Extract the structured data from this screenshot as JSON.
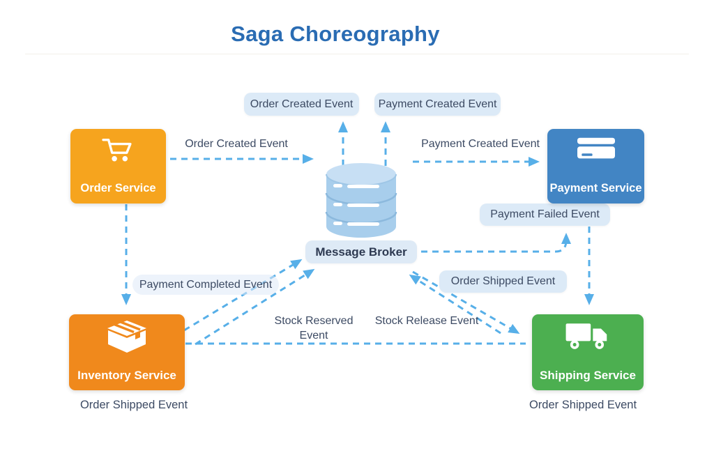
{
  "title": "Saga Choreography",
  "nodes": {
    "order": {
      "label": "Order Service",
      "color": "#F6A41E",
      "icon": "shopping-cart-icon"
    },
    "payment": {
      "label": "Payment Service",
      "color": "#4285C4",
      "icon": "credit-card-icon"
    },
    "inventory": {
      "label": "Inventory Service",
      "color": "#F0891C",
      "icon": "package-icon"
    },
    "shipping": {
      "label": "Shipping Service",
      "color": "#4CAF50",
      "icon": "truck-icon"
    },
    "broker": {
      "label": "Message Broker",
      "icon": "database-icon"
    }
  },
  "event_labels": {
    "order_created_badge": "Order Created Event",
    "payment_created_badge": "Payment Created Event",
    "order_created_arrow": "Order Created Event",
    "payment_created_arrow": "Payment Created Event",
    "payment_failed_badge": "Payment Failed Event",
    "order_shipped_badge": "Order Shipped Event",
    "payment_completed": "Payment Completed Event",
    "stock_reserved": "Stock Reserved Event",
    "stock_release": "Stock Release Event",
    "order_shipped_left": "Order Shipped Event",
    "order_shipped_right": "Order Shipped Event"
  },
  "colors": {
    "title_text": "#2A6CB3",
    "event_text": "#3C4A63",
    "badge_background": "#DCEAF7",
    "arrow": "#57AFE8",
    "order_service": "#F6A41E",
    "payment_service": "#4285C4",
    "inventory_service": "#F0891C",
    "shipping_service": "#4CAF50",
    "broker_cylinder": "#A8CEEC"
  }
}
